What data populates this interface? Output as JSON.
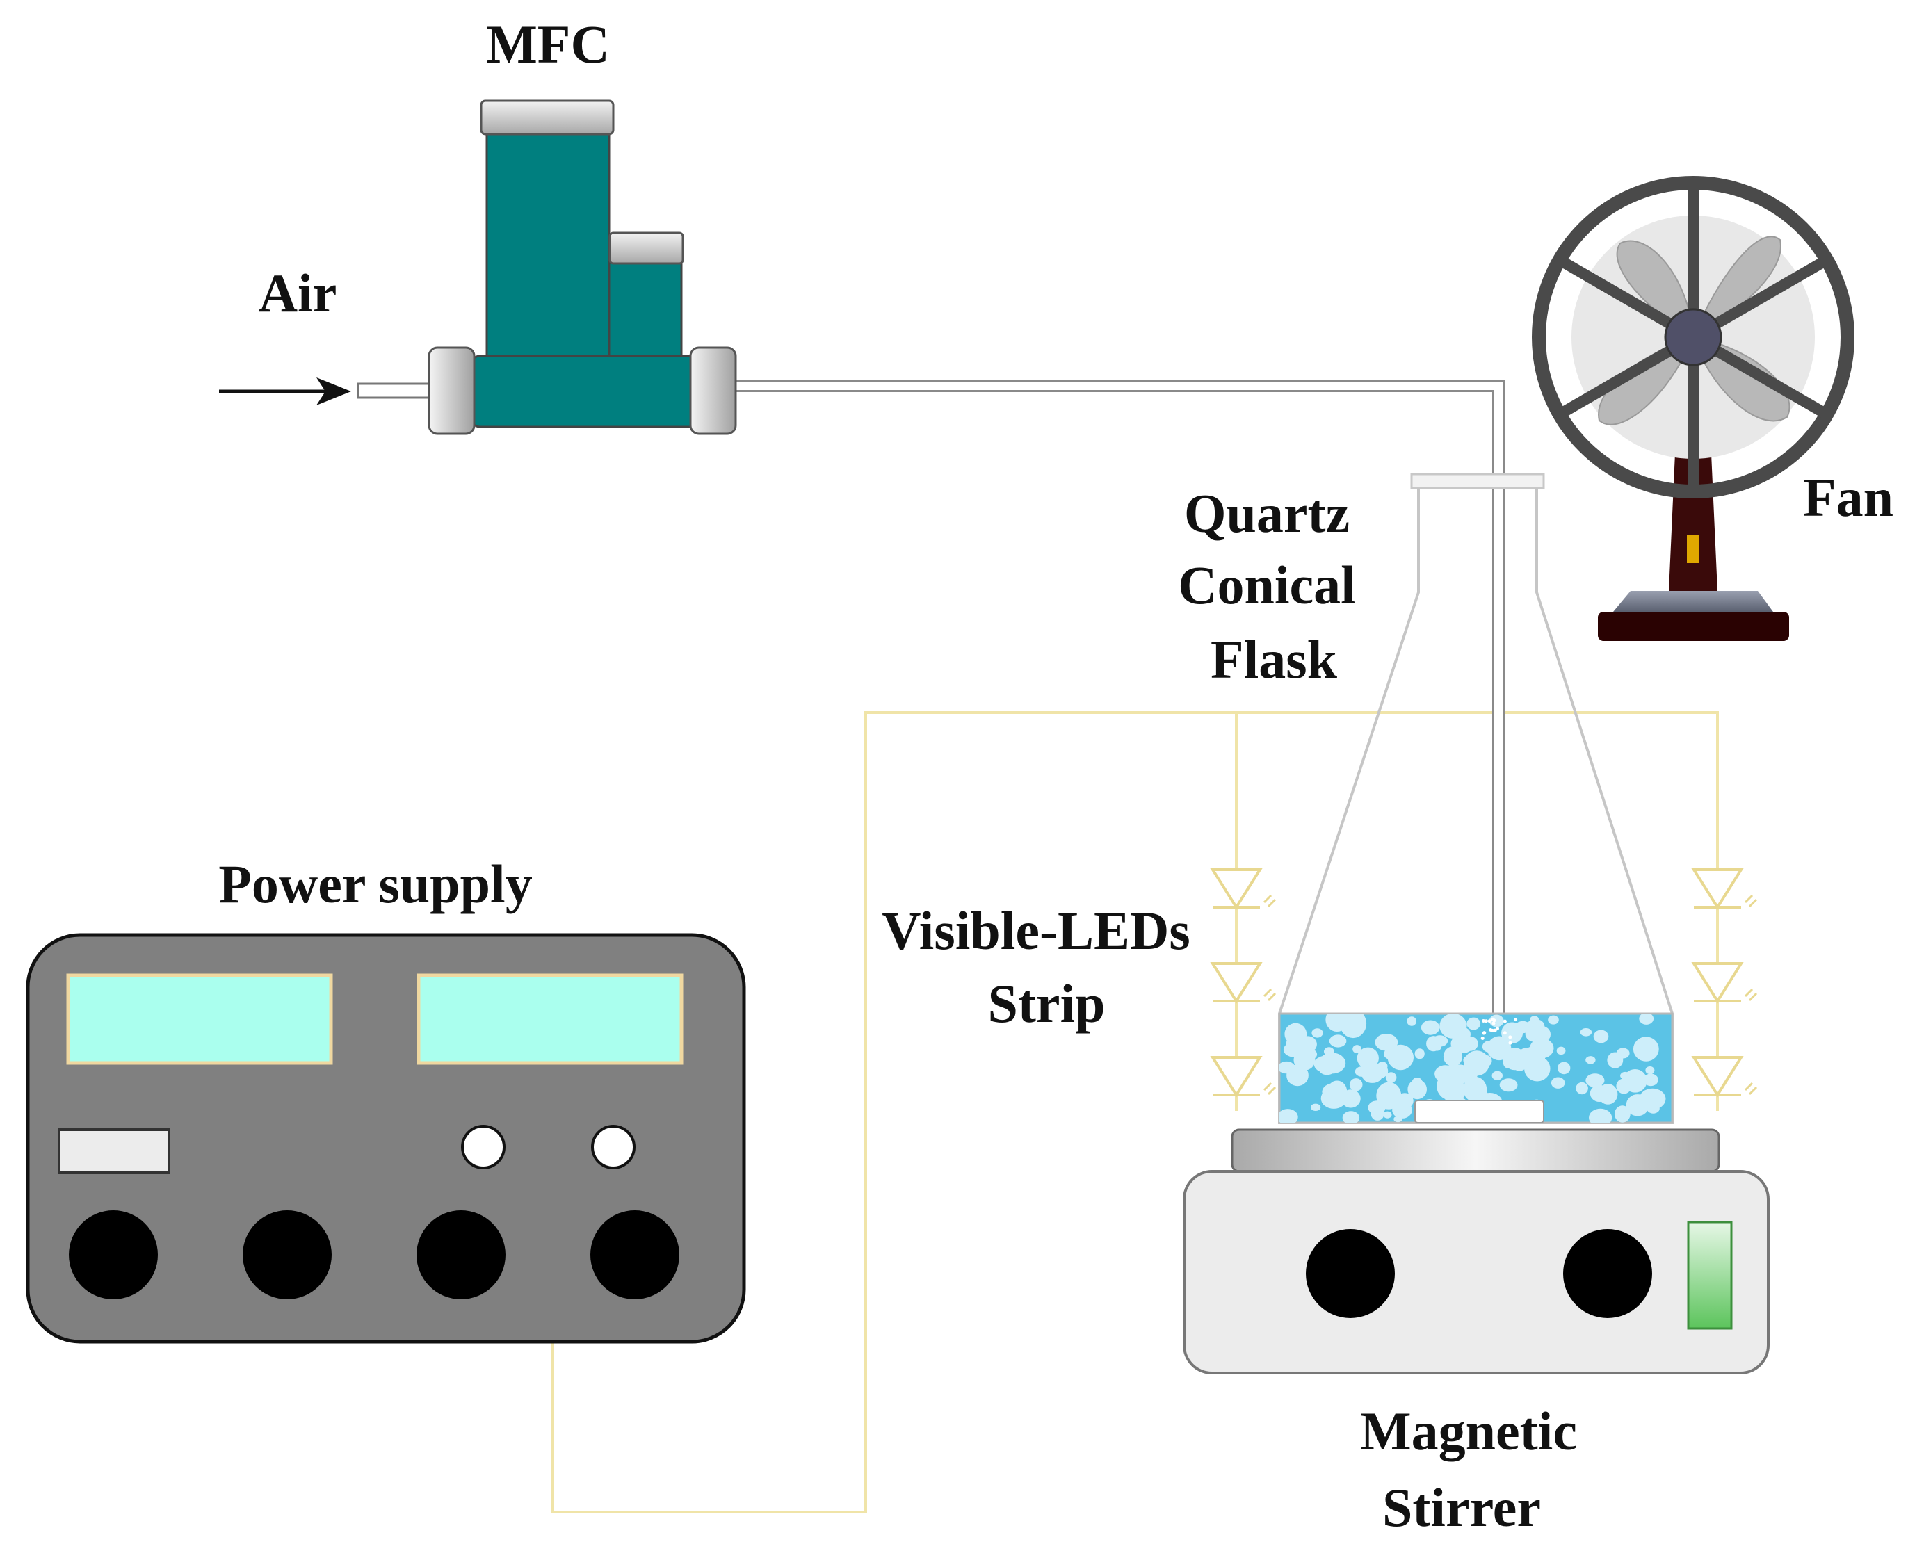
{
  "labels": {
    "mfc": "MFC",
    "air": "Air",
    "fan": "Fan",
    "flask_line1": "Quartz",
    "flask_line2": "Conical",
    "flask_line3": "Flask",
    "power_supply": "Power supply",
    "leds_line1": "Visible-LEDs",
    "leds_line2": "Strip",
    "stirrer_line1": "Magnetic",
    "stirrer_line2": "Stirrer"
  },
  "colors": {
    "mfc_body": "#007f7f",
    "metal_cap": "#c8c8c8",
    "power_body": "#808080",
    "display_screen": "#aaffee",
    "display_border": "#f0d8a0",
    "knob": "#000000",
    "wire_led": "#f0e4a8",
    "wire_red": "#e03010",
    "liquid": "#5bc3e6",
    "bubble": "#cdeefa",
    "stirrer_body": "#ececec",
    "switch": "#66cc66",
    "fan_base": "#2a0202",
    "fan_frame": "#4a4a4a",
    "fan_indicator": "#e0a800"
  },
  "icons": {
    "air_arrow": "arrow-right-icon",
    "led": "led-diode-icon",
    "fan": "fan-icon"
  }
}
